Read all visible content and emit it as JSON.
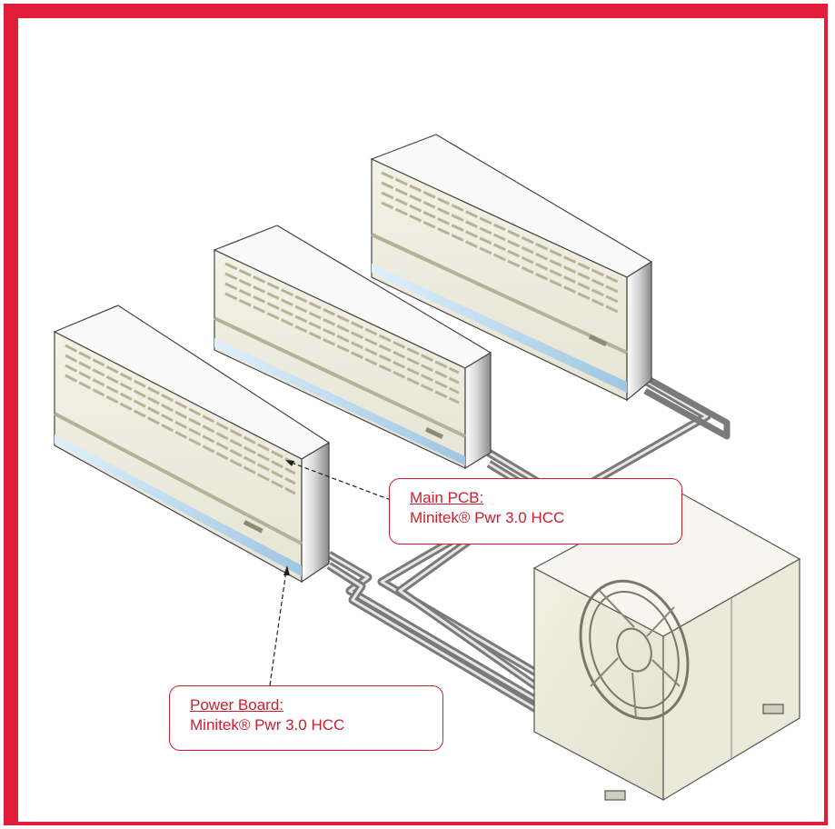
{
  "callouts": {
    "main_pcb": {
      "heading": "Main PCB:",
      "part": "Minitek® Pwr 3.0 HCC"
    },
    "power_board": {
      "heading": "Power Board:",
      "part": "Minitek® Pwr 3.0 HCC"
    }
  },
  "colors": {
    "frame_accent": "#e31e3c",
    "callout_text": "#cc1f2e",
    "unit_body": "#f1efe1",
    "piping": "#6e6e6e"
  }
}
